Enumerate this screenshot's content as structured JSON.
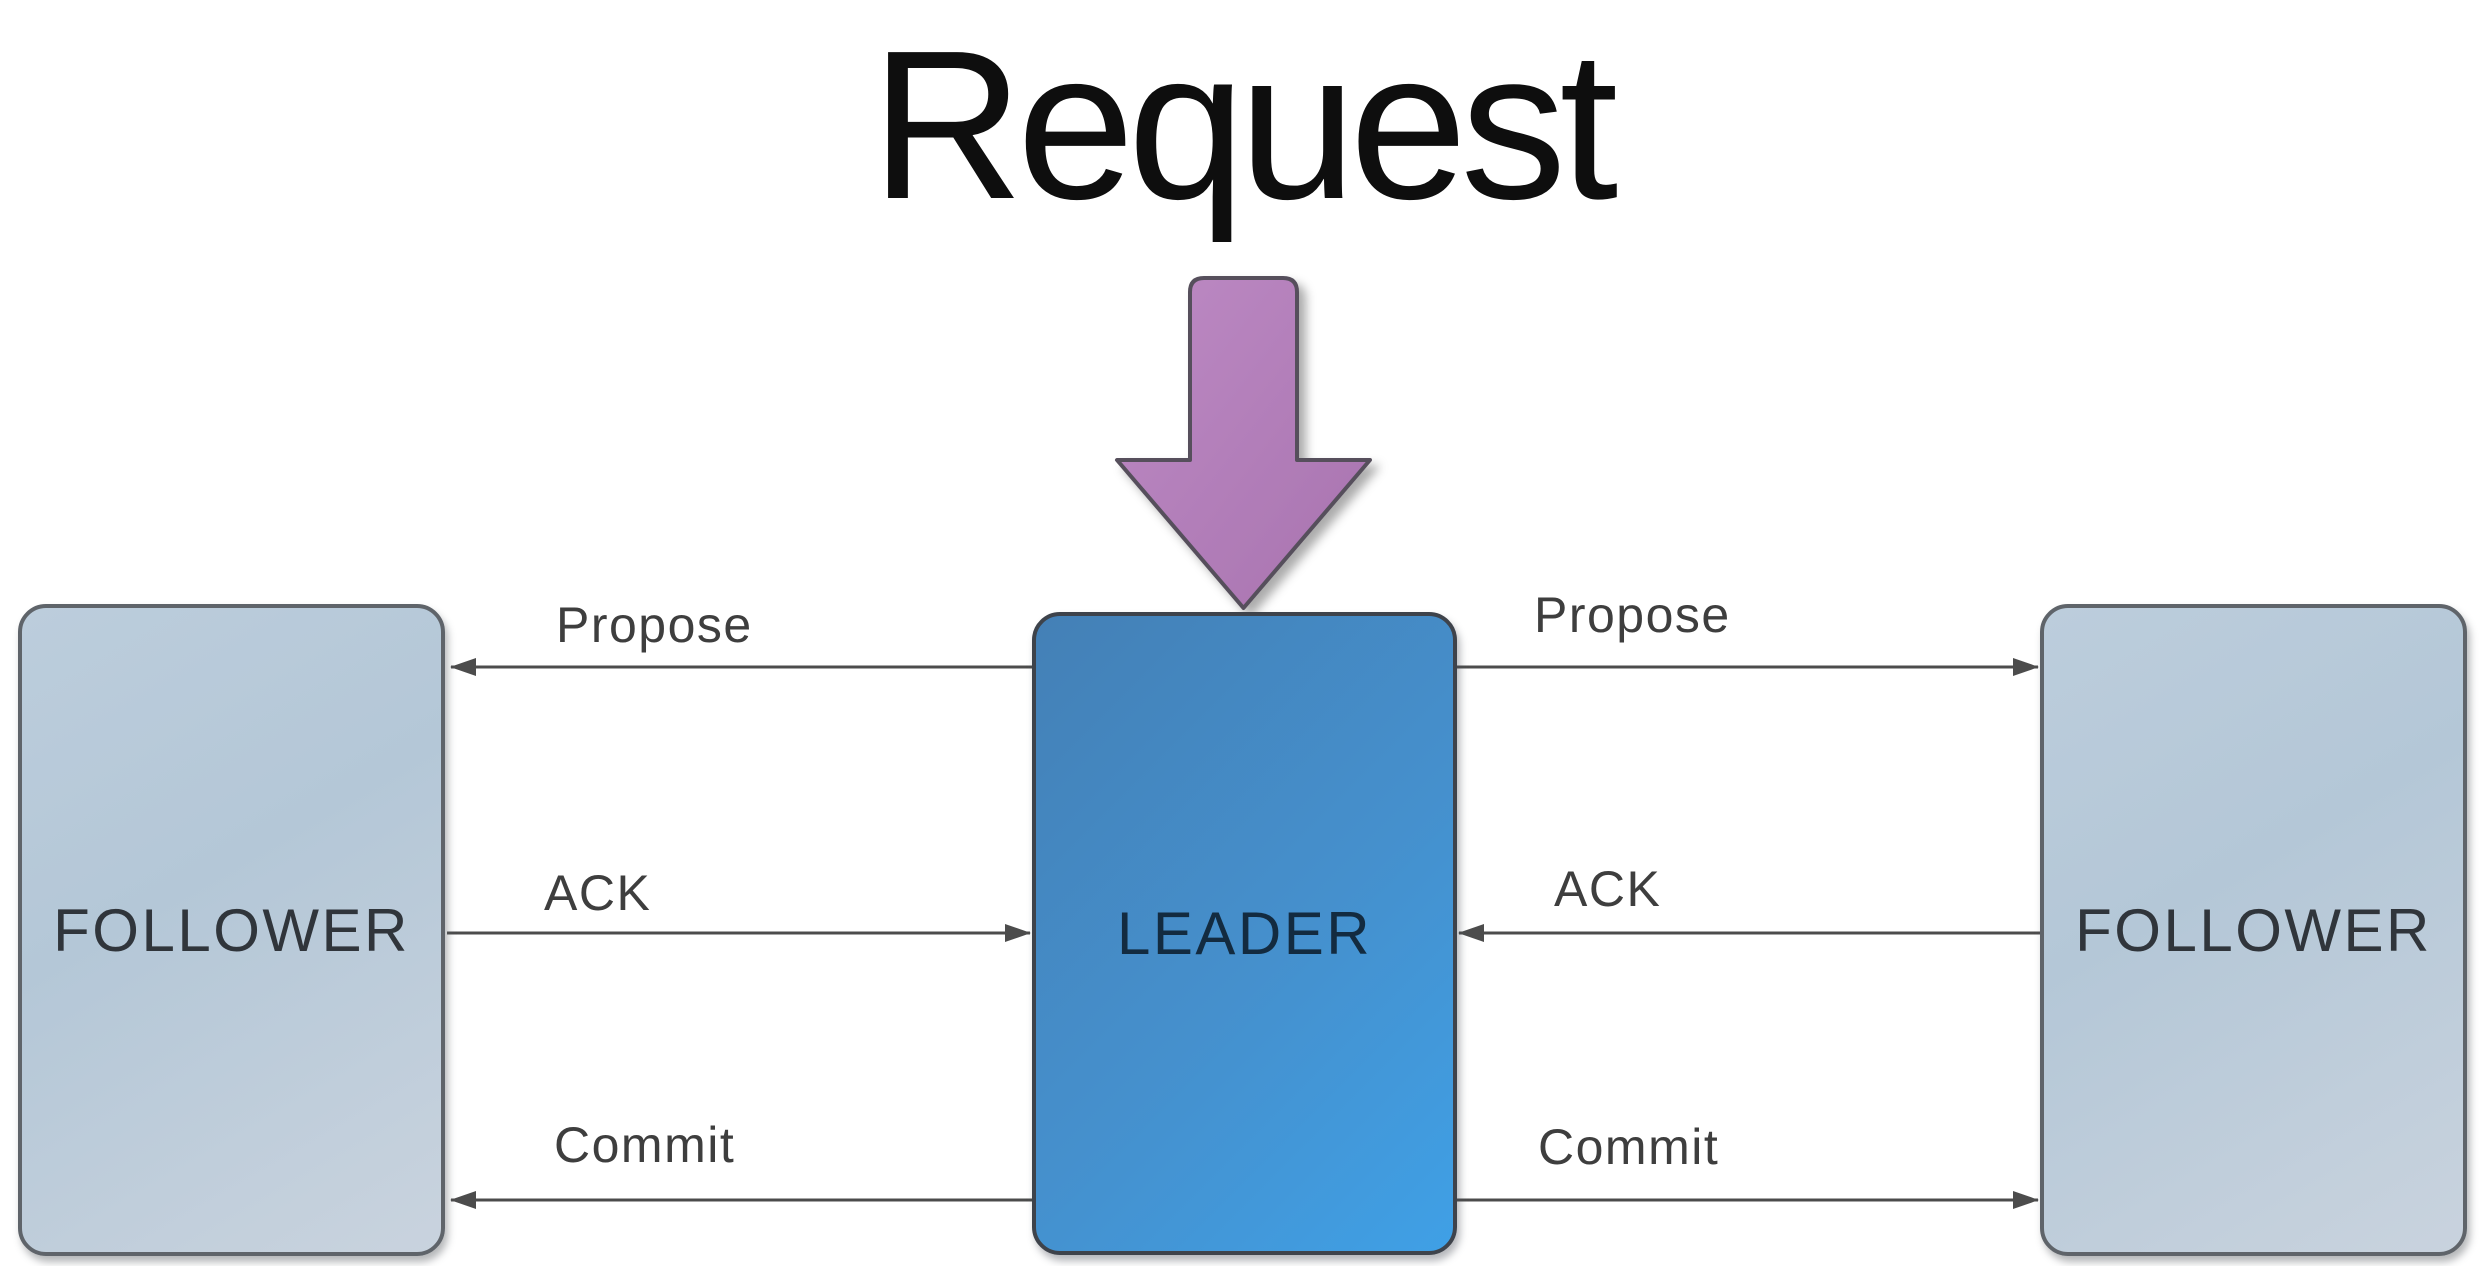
{
  "title": "Request",
  "nodes": {
    "leader": {
      "label": "LEADER"
    },
    "follower_left": {
      "label": "FOLLOWER"
    },
    "follower_right": {
      "label": "FOLLOWER"
    }
  },
  "messages": {
    "left": [
      {
        "label": "Propose",
        "from": "LEADER",
        "to": "FOLLOWER"
      },
      {
        "label": "ACK",
        "from": "FOLLOWER",
        "to": "LEADER"
      },
      {
        "label": "Commit",
        "from": "LEADER",
        "to": "FOLLOWER"
      }
    ],
    "right": [
      {
        "label": "Propose",
        "from": "LEADER",
        "to": "FOLLOWER"
      },
      {
        "label": "ACK",
        "from": "FOLLOWER",
        "to": "LEADER"
      },
      {
        "label": "Commit",
        "from": "LEADER",
        "to": "FOLLOWER"
      }
    ]
  },
  "request_arrow": {
    "icon": "down-arrow-icon",
    "points_to": "LEADER"
  },
  "colors": {
    "background": "#ffffff",
    "title_text": "#0e0e0e",
    "label_text": "#3e3e3e",
    "connector": "#4c4c4c",
    "leader_fill_start": "#4480b6",
    "leader_fill_mid": "#4590cd",
    "leader_fill_end": "#3fa0e6",
    "leader_border": "#3e434b",
    "leader_text": "#132b40",
    "follower_fill_start": "#bccddc",
    "follower_fill_mid": "#b4c7d7",
    "follower_fill_end": "#c9d3de",
    "follower_border": "#5f646a",
    "follower_text": "#30353b",
    "request_arrow_fill_start": "#bd8ac4",
    "request_arrow_fill_end": "#a873af",
    "request_arrow_border": "#57505c"
  }
}
